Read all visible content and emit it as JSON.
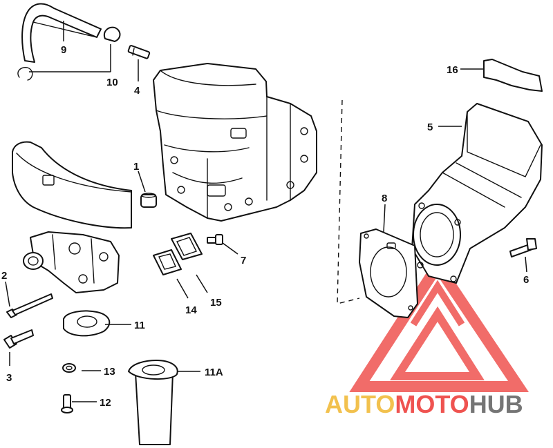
{
  "callouts": {
    "c1": "1",
    "c2": "2",
    "c3": "3",
    "c4": "4",
    "c5": "5",
    "c6": "6",
    "c7": "7",
    "c8": "8",
    "c9": "9",
    "c10": "10",
    "c11": "11",
    "c11a": "11A",
    "c12": "12",
    "c13": "13",
    "c14": "14",
    "c15": "15",
    "c16": "16"
  },
  "watermark": {
    "part1": "AUTO",
    "part2": "MOTO",
    "part3": "HUB",
    "colors": {
      "auto": "#f2c14e",
      "moto": "#ef5350",
      "hub": "#757575"
    }
  }
}
